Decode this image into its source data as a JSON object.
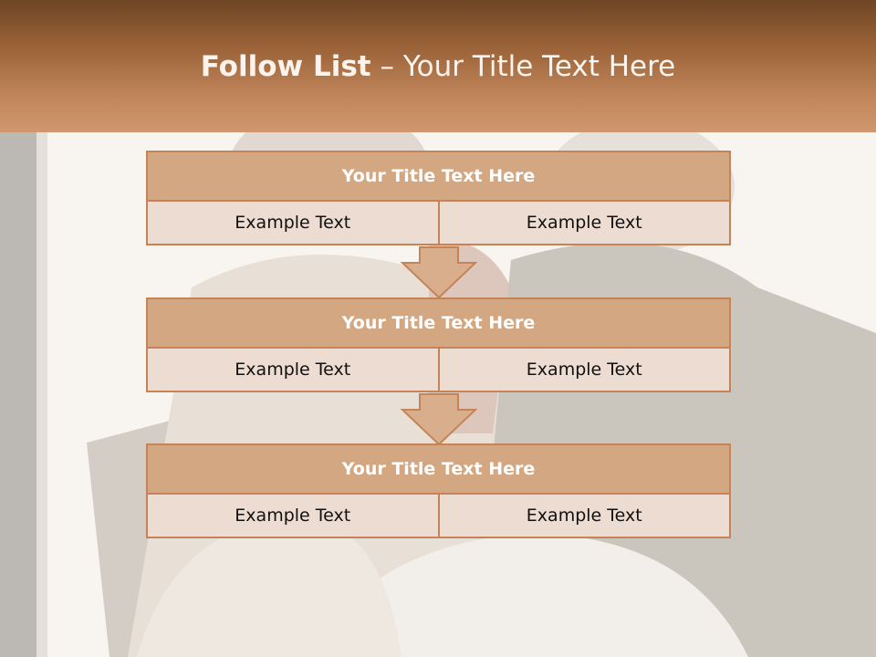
{
  "slide": {
    "title_bold": "Follow List",
    "title_rest": " – Your Title Text Here",
    "colors": {
      "header_dark": "#6f4524",
      "header_light": "#cf9670",
      "box_title_fill": "#d4a783",
      "box_border": "#c48457",
      "cell_fill": "#ecdcd2"
    },
    "photo": "background-photo-elderly-couple",
    "steps": [
      {
        "title": "Your Title Text Here",
        "left": "Example Text",
        "right": "Example Text"
      },
      {
        "title": "Your Title Text Here",
        "left": "Example Text",
        "right": "Example Text"
      },
      {
        "title": "Your Title Text Here",
        "left": "Example Text",
        "right": "Example Text"
      }
    ],
    "connector_icon": "down-arrow-icon"
  }
}
